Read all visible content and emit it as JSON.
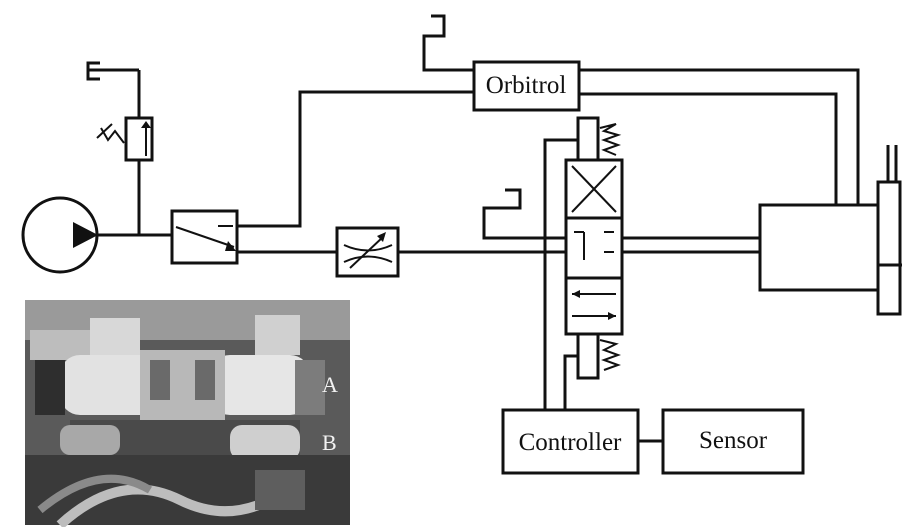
{
  "diagram": {
    "labels": {
      "orbitrol": "Orbitrol",
      "controller": "Controller",
      "sensor": "Sensor",
      "photo_a": "A",
      "photo_b": "B"
    },
    "colors": {
      "line": "#111111",
      "background": "#ffffff",
      "photo_dark": "#3a3a3a",
      "photo_mid": "#8c8c8c",
      "photo_light": "#d6d6d6"
    },
    "components": {
      "pump": "pump-symbol",
      "relief_valve": "pressure-relief-valve-symbol",
      "priority_valve": "priority-valve-symbol",
      "flow_control": "adjustable-flow-control-valve-symbol",
      "directional_valve": "solenoid-directional-valve-symbol",
      "cylinder": "hydraulic-cylinder-symbol",
      "tank": "tank-symbol"
    }
  }
}
